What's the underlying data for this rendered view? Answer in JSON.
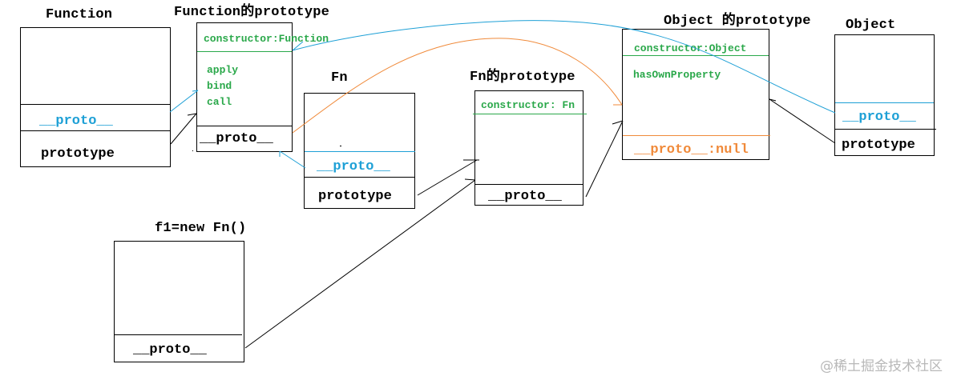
{
  "diagram": {
    "colors": {
      "green": "#2aa84a",
      "blue": "#1ea0d6",
      "orange": "#f08a3a",
      "black": "#000000"
    },
    "nodes": {
      "function": {
        "title": "Function",
        "proto": "__proto__",
        "prototype": "prototype"
      },
      "function_prototype": {
        "title": "Function的prototype",
        "constructor": "constructor:Function",
        "methods": [
          "apply",
          "bind",
          "call"
        ],
        "proto": "__proto__"
      },
      "fn": {
        "title": "Fn",
        "proto": "__proto__",
        "prototype": "prototype"
      },
      "fn_prototype": {
        "title": "Fn的prototype",
        "constructor": "constructor: Fn",
        "proto": "__proto__"
      },
      "object_prototype": {
        "title": "Object 的prototype",
        "constructor": "constructor:Object",
        "methods": [
          "hasOwnProperty"
        ],
        "proto": "__proto__:null"
      },
      "object": {
        "title": "Object",
        "proto": "__proto__",
        "prototype": "prototype"
      },
      "f1": {
        "title": "f1=new Fn()",
        "proto": "__proto__"
      }
    },
    "edges": [
      {
        "from": "Function.__proto__",
        "to": "Function的prototype",
        "color": "blue"
      },
      {
        "from": "Function.prototype",
        "to": "Function的prototype",
        "color": "black"
      },
      {
        "from": "Fn.__proto__",
        "to": "Function的prototype",
        "color": "blue"
      },
      {
        "from": "Fn.prototype",
        "to": "Fn的prototype",
        "color": "black"
      },
      {
        "from": "f1.__proto__",
        "to": "Fn的prototype",
        "color": "black"
      },
      {
        "from": "Function的prototype.__proto__",
        "to": "Object 的prototype",
        "color": "orange"
      },
      {
        "from": "Fn的prototype.__proto__",
        "to": "Object 的prototype",
        "color": "black"
      },
      {
        "from": "Object.__proto__",
        "to": "Function的prototype",
        "color": "blue"
      },
      {
        "from": "Object.prototype",
        "to": "Object 的prototype",
        "color": "black"
      }
    ]
  },
  "watermark": "@稀土掘金技术社区"
}
